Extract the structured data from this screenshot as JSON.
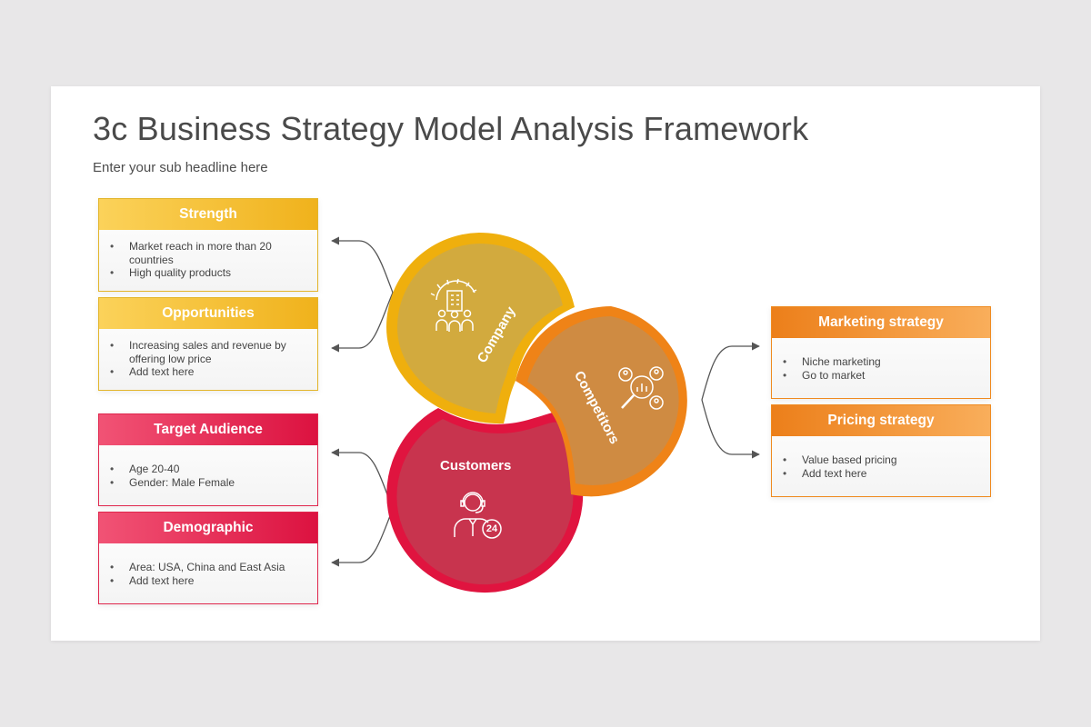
{
  "title": "3c Business Strategy Model Analysis Framework",
  "subtitle": "Enter your sub headline here",
  "colors": {
    "yellow": "#f0b21c",
    "red": "#e0143f",
    "orange": "#ef8317",
    "company_fill": "#d2aa3e",
    "competitors_fill": "#d8883d",
    "customers_fill": "#c8344e"
  },
  "cards": {
    "strength": {
      "title": "Strength",
      "items": [
        "Market reach in more than 20 countries",
        "High quality products"
      ]
    },
    "opportunities": {
      "title": "Opportunities",
      "items": [
        "Increasing sales and revenue by offering low price",
        "Add text here"
      ]
    },
    "target": {
      "title": "Target Audience",
      "items": [
        "Age 20-40",
        "Gender: Male Female"
      ]
    },
    "demographic": {
      "title": "Demographic",
      "items": [
        "Area: USA, China and East Asia",
        "Add text here"
      ]
    },
    "marketing": {
      "title": "Marketing strategy",
      "items": [
        "Niche marketing",
        "Go to market"
      ]
    },
    "pricing": {
      "title": "Pricing strategy",
      "items": [
        "Value based pricing",
        "Add text here"
      ]
    }
  },
  "circles": {
    "company": {
      "label": "Company",
      "icon": "company-team-icon"
    },
    "competitors": {
      "label": "Competitors",
      "icon": "competitor-analysis-icon"
    },
    "customers": {
      "label": "Customers",
      "icon": "customer-support-icon",
      "badge": "24"
    }
  }
}
